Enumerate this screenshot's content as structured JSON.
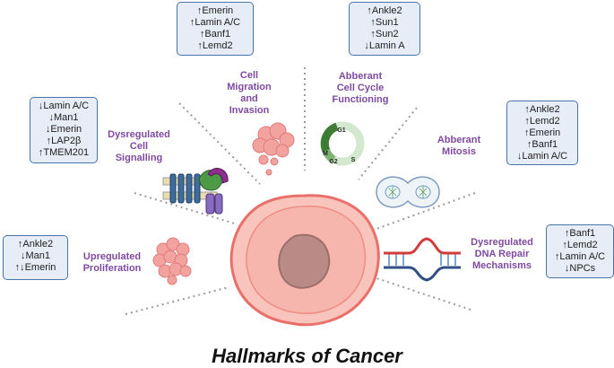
{
  "title": "Hallmarks of Cancer",
  "hallmarks": [
    {
      "label": [
        "Cell",
        "Migration",
        "and",
        "Invasion"
      ],
      "markers": [
        "↑Emerin",
        "↑Lamin A/C",
        "↑Banf1",
        "↑Lemd2"
      ]
    },
    {
      "label": [
        "Abberant",
        "Cell Cycle",
        "Functioning"
      ],
      "markers": [
        "↑Ankle2",
        "↑Sun1",
        "↑Sun2",
        "↓Lamin A"
      ]
    },
    {
      "label": [
        "Dysregulated",
        "Cell",
        "Signalling"
      ],
      "markers": [
        "↓Lamin A/C",
        "↓Man1",
        "↓Emerin",
        "↑LAP2β",
        "↑TMEM201"
      ]
    },
    {
      "label": [
        "Abberant",
        "Mitosis"
      ],
      "markers": [
        "↑Ankle2",
        "↑Lemd2",
        "↑Emerin",
        "↑Banf1",
        "↓Lamin A/C"
      ]
    },
    {
      "label": [
        "Upregulated",
        "Proliferation"
      ],
      "markers": [
        "↑Ankle2",
        "↓Man1",
        "↑↓Emerin"
      ]
    },
    {
      "label": [
        "Dysregulated",
        "DNA Repair",
        "Mechanisms"
      ],
      "markers": [
        "↑Banf1",
        "↑Lemd2",
        "↑Lamin A/C",
        "↓NPCs"
      ]
    }
  ],
  "cell_cycle_phases": [
    "G1",
    "M",
    "G2",
    "S"
  ],
  "colors": {
    "label": "#7f4aa0",
    "box_border": "#4a73a8",
    "box_fill": "#e6edf7",
    "cell": "#f4a99d",
    "nucleus": "#b98a86"
  }
}
